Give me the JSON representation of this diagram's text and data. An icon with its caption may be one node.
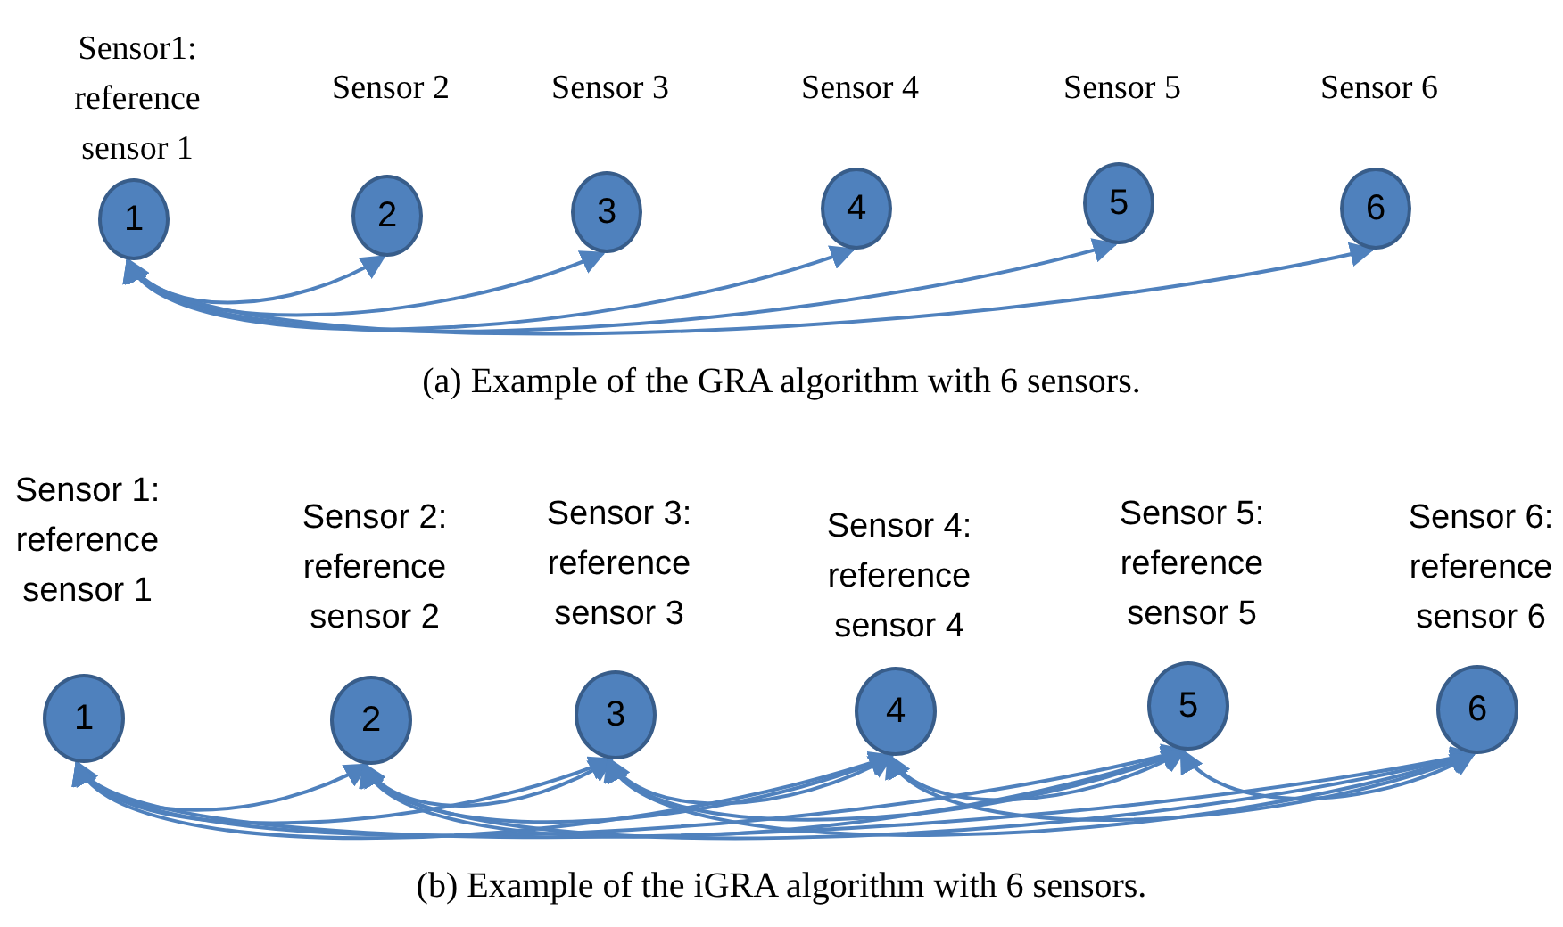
{
  "diagram": {
    "nodes": [
      {
        "text": [
          "1"
        ],
        "beside": [
          "Sensor1: reference sensor 1"
        ]
      },
      {
        "text": [
          "2"
        ],
        "beside": [
          "Sensor 2"
        ]
      },
      {
        "text": [
          "3"
        ],
        "beside": [
          "Sensor 3"
        ]
      },
      {
        "text": [
          "4"
        ],
        "beside": [
          "Sensor 4"
        ]
      },
      {
        "text": [
          "5"
        ],
        "beside": [
          "Sensor 5"
        ]
      },
      {
        "text": [
          "6"
        ],
        "beside": [
          "Sensor 6"
        ]
      },
      {
        "text": [
          "1"
        ],
        "beside": [
          "Sensor 1: reference sensor 1"
        ]
      },
      {
        "text": [
          "2"
        ],
        "beside": [
          "Sensor 2: reference sensor 2"
        ]
      },
      {
        "text": [
          "3"
        ],
        "beside": [
          "Sensor 3: reference sensor 3"
        ]
      },
      {
        "text": [
          "4"
        ],
        "beside": [
          "Sensor 4: reference sensor 4"
        ]
      },
      {
        "text": [
          "5"
        ],
        "beside": [
          "Sensor 5: reference sensor 5"
        ]
      },
      {
        "text": [
          "6"
        ],
        "beside": [
          "Sensor 6: reference sensor 6"
        ]
      }
    ],
    "edges": [
      {
        "from": 0,
        "to": 1,
        "arrow": "both"
      },
      {
        "from": 0,
        "to": 2,
        "arrow": "both"
      },
      {
        "from": 0,
        "to": 3,
        "arrow": "both"
      },
      {
        "from": 0,
        "to": 4,
        "arrow": "both"
      },
      {
        "from": 0,
        "to": 5,
        "arrow": "both"
      },
      {
        "from": 6,
        "to": 7,
        "arrow": "both"
      },
      {
        "from": 6,
        "to": 8,
        "arrow": "both"
      },
      {
        "from": 6,
        "to": 9,
        "arrow": "both"
      },
      {
        "from": 6,
        "to": 10,
        "arrow": "both"
      },
      {
        "from": 6,
        "to": 11,
        "arrow": "both"
      },
      {
        "from": 7,
        "to": 8,
        "arrow": "both"
      },
      {
        "from": 7,
        "to": 9,
        "arrow": "both"
      },
      {
        "from": 7,
        "to": 10,
        "arrow": "both"
      },
      {
        "from": 7,
        "to": 11,
        "arrow": "both"
      },
      {
        "from": 8,
        "to": 9,
        "arrow": "both"
      },
      {
        "from": 8,
        "to": 10,
        "arrow": "both"
      },
      {
        "from": 8,
        "to": 11,
        "arrow": "both"
      },
      {
        "from": 9,
        "to": 10,
        "arrow": "both"
      },
      {
        "from": 9,
        "to": 11,
        "arrow": "both"
      },
      {
        "from": 10,
        "to": 11,
        "arrow": "both"
      }
    ],
    "labels": [
      "(a) Example of the GRA algorithm with 6 sensors.",
      "(b) Example of the iGRA algorithm with 6 sensors."
    ]
  }
}
